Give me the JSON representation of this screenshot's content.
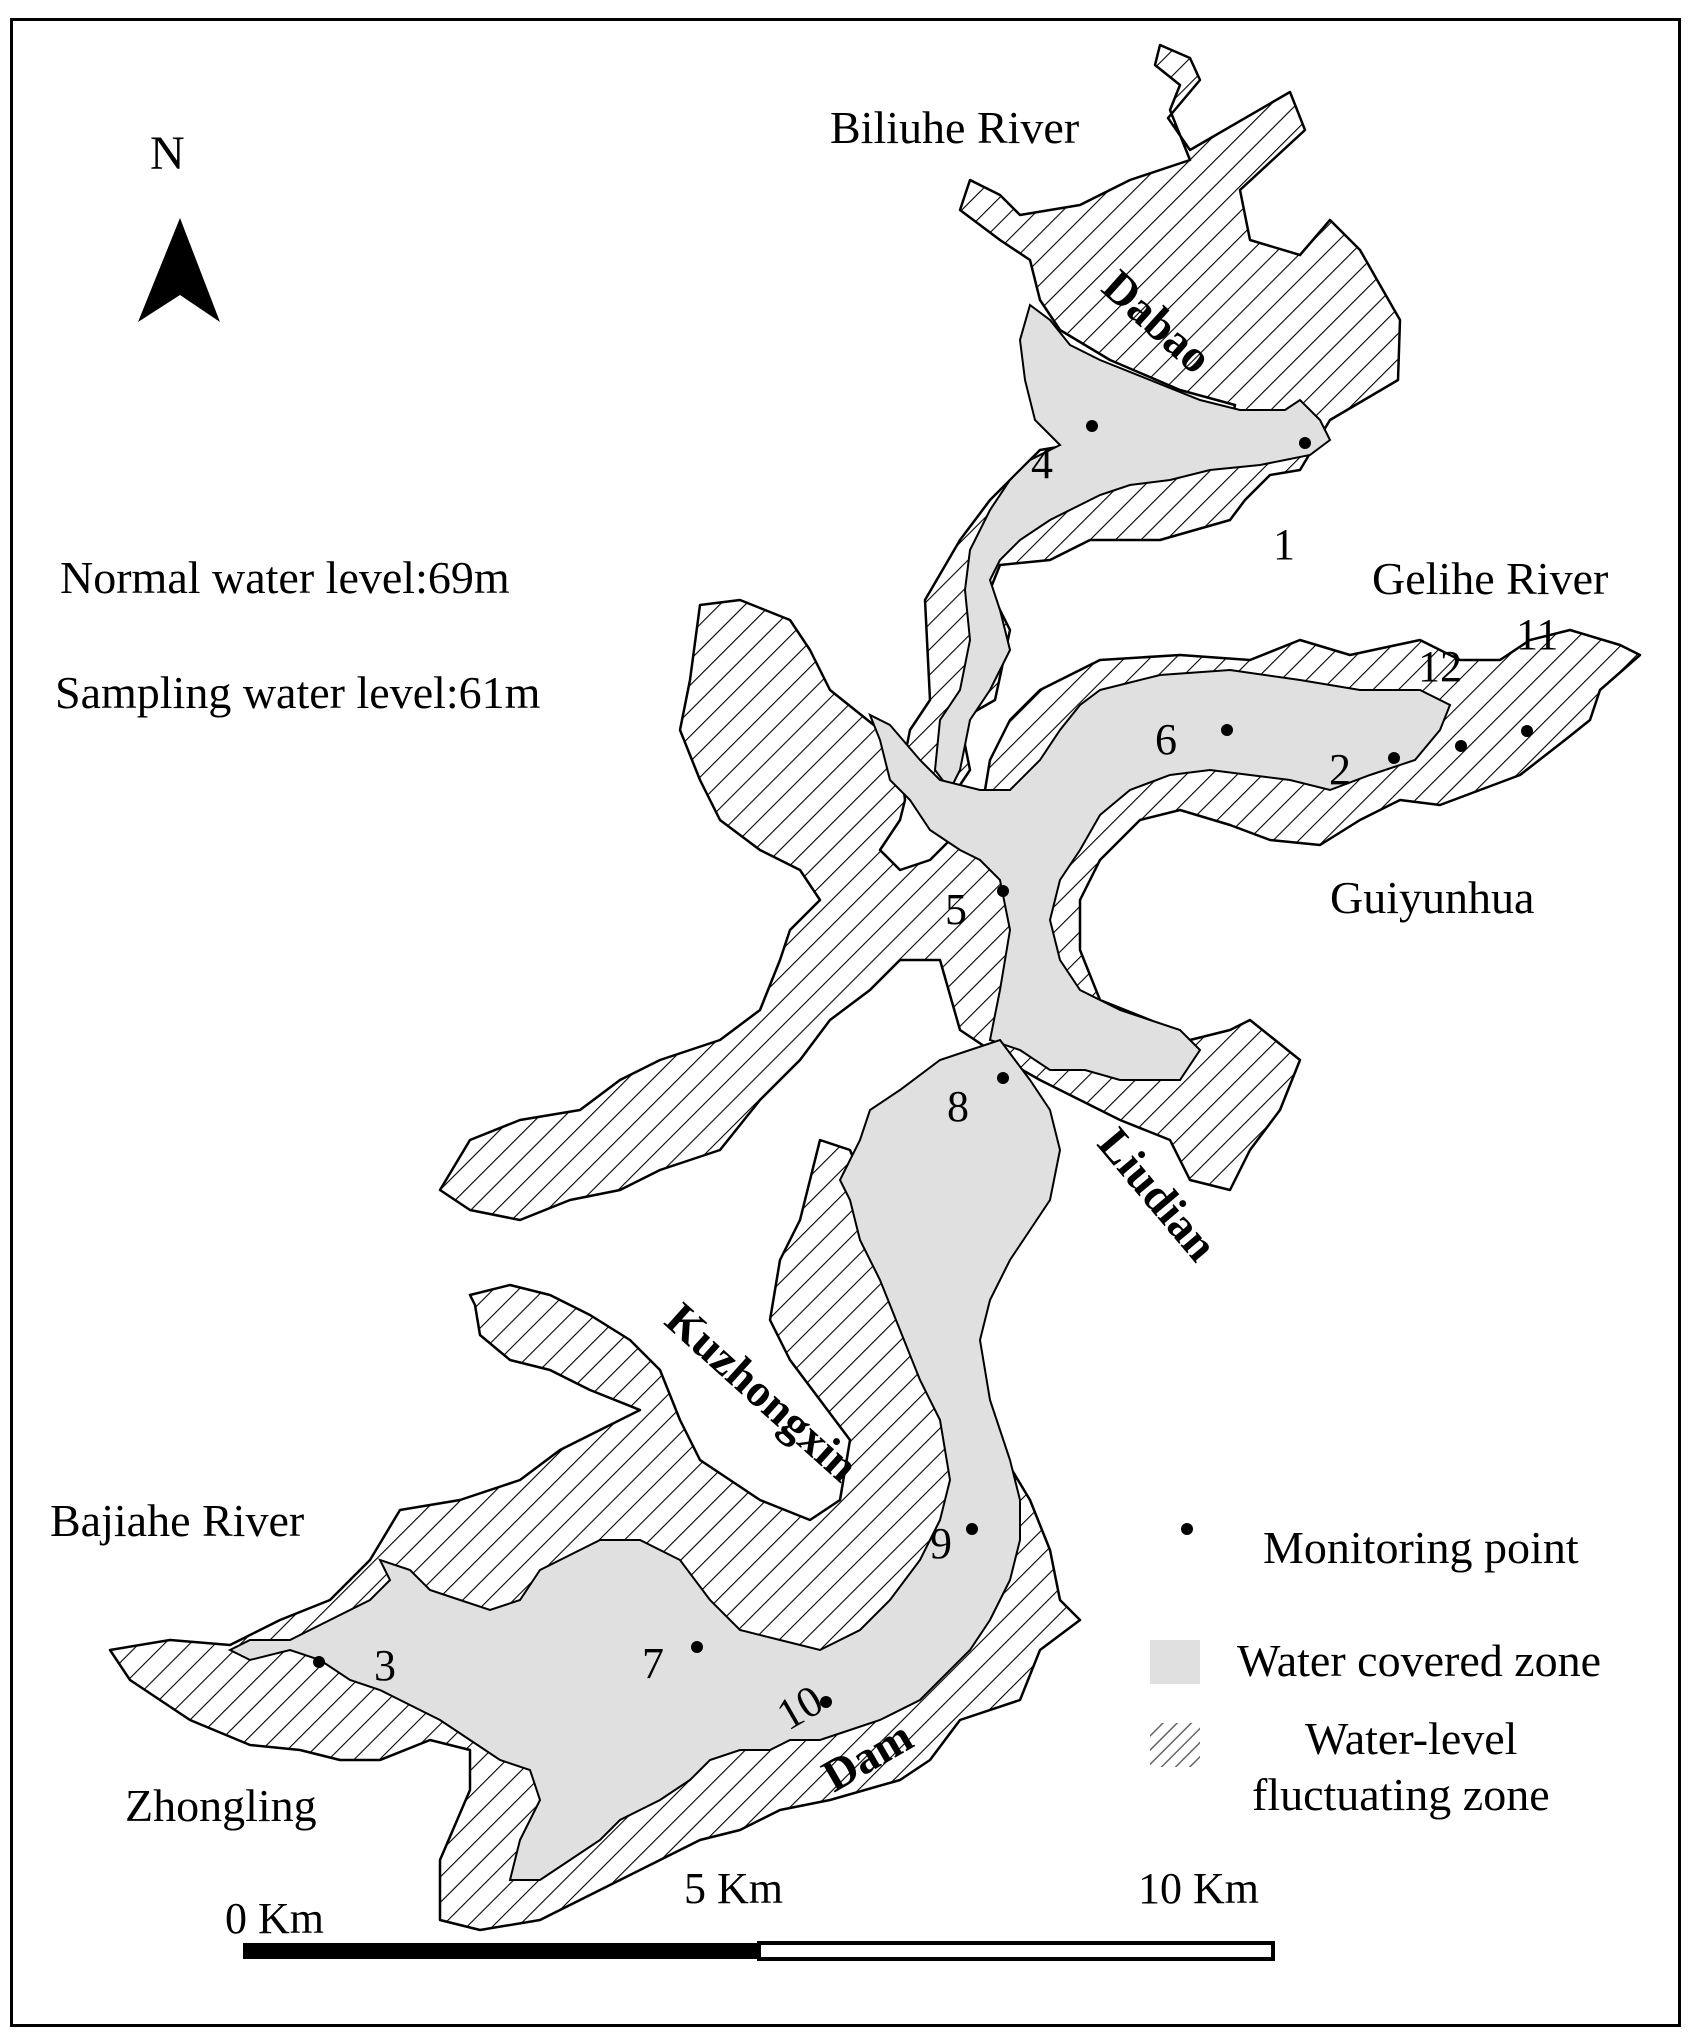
{
  "north_arrow": {
    "label": "N"
  },
  "info": {
    "normal_level": "Normal water level:69m",
    "sampling_level": "Sampling water level:61m"
  },
  "rivers": {
    "biliuhe": "Biliuhe River",
    "gelihe": "Gelihe River",
    "bajiahe": "Bajiahe River"
  },
  "places": {
    "dabao": "Dabao",
    "guiyunhua": "Guiyunhua",
    "liudian": "Liudian",
    "kuzhongxin": "Kuzhongxin",
    "dam": "Dam",
    "zhongling": "Zhongling"
  },
  "monitoring_points": [
    "1",
    "2",
    "3",
    "4",
    "5",
    "6",
    "7",
    "8",
    "9",
    "10",
    "11",
    "12"
  ],
  "legend": {
    "monitoring_point": "Monitoring point",
    "water_covered": "Water covered zone",
    "fluctuating_line1": "Water-level",
    "fluctuating_line2": "fluctuating zone"
  },
  "scale_bar": {
    "labels": [
      "0 Km",
      "5 Km",
      "10 Km"
    ]
  },
  "colors": {
    "water": "#e0e0e0",
    "hatch": "#000000",
    "outline": "#000000"
  }
}
